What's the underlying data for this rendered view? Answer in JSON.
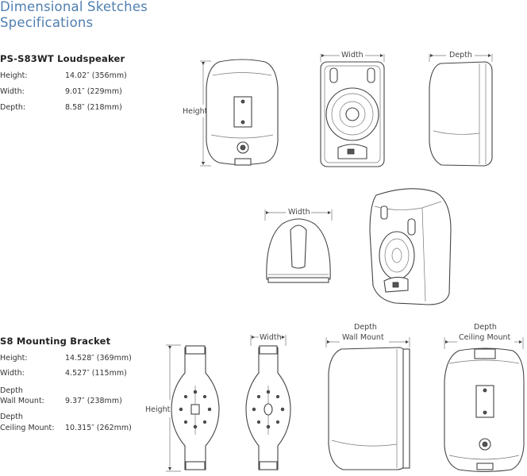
{
  "page": {
    "title_line1": "Dimensional Sketches",
    "title_line2": "Specifications"
  },
  "loudspeaker": {
    "heading": "PS-S83WT Loudspeaker",
    "specs": [
      {
        "label": "Height:",
        "value": "14.02″ (356mm)"
      },
      {
        "label": "Width:",
        "value": "9.01″ (229mm)"
      },
      {
        "label": "Depth:",
        "value": "8.58″ (218mm)"
      }
    ],
    "dims": {
      "height": "Height",
      "width_front": "Width",
      "depth_side": "Depth",
      "width_top": "Width"
    }
  },
  "bracket": {
    "heading": "S8 Mounting Bracket",
    "specs": [
      {
        "label": "Height:",
        "value": "14.528″ (369mm)"
      },
      {
        "label": "Width:",
        "value": "4.527″ (115mm)"
      },
      {
        "label1": "Depth",
        "label2": "Wall Mount:",
        "value": "9.37″ (238mm)"
      },
      {
        "label1": "Depth",
        "label2": "Ceiling Mount:",
        "value": "10.315″ (262mm)"
      }
    ],
    "dims": {
      "height": "Height",
      "width": "Width",
      "depth_wall_1": "Depth",
      "depth_wall_2": "Wall Mount",
      "depth_ceiling_1": "Depth",
      "depth_ceiling_2": "Ceiling Mount"
    }
  }
}
